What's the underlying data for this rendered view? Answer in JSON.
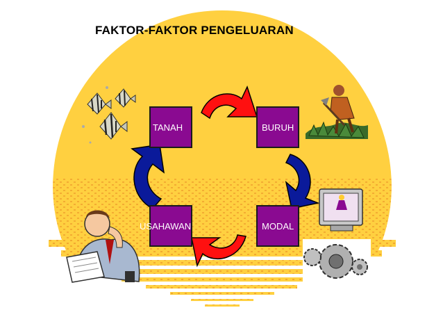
{
  "title": "FAKTOR-FAKTOR PENGELUARAN",
  "nodes": {
    "tanah": "TANAH",
    "buruh": "BURUH",
    "modal": "MODAL",
    "usahawan": "USAHAWAN"
  },
  "colors": {
    "sun": "#ffd040",
    "sun_dots": "#f0a020",
    "node_fill": "#8a0a91",
    "arrow_red": "#ff1010",
    "arrow_blue": "#0a1a9a",
    "label": "#ffffff"
  },
  "icons": {
    "tanah": "fish-clipart-icon",
    "buruh": "farmer-clipart-icon",
    "modal": "computer-gears-clipart-icon",
    "usahawan": "businessman-clipart-icon"
  }
}
